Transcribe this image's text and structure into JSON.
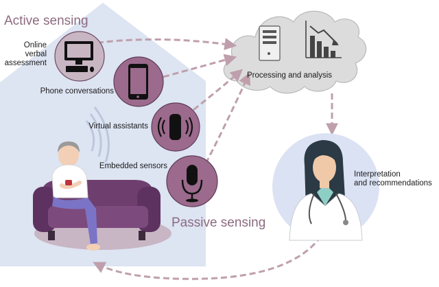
{
  "headings": {
    "active": "Active sensing",
    "passive": "Passive sensing"
  },
  "sources": {
    "online_assessment": [
      "Online",
      "verbal",
      "assessment"
    ],
    "phone": "Phone conversations",
    "virtual_assistants": "Virtual assistants",
    "embedded_sensors": "Embedded sensors"
  },
  "processing": {
    "label": "Processing and analysis"
  },
  "interpretation": {
    "label": [
      "Interpretation",
      "and recommendations"
    ]
  },
  "colors": {
    "house": "#dde4f2",
    "sensor_circle": "#9b6a8c",
    "sensor_circle_light": "#c9b6c3",
    "cloud": "#dcdcdc",
    "arrow": "#bf9fac",
    "doctor_circle": "#dbe2f3",
    "sofa": "#6e3f6e",
    "heading": "#8c6a80"
  }
}
